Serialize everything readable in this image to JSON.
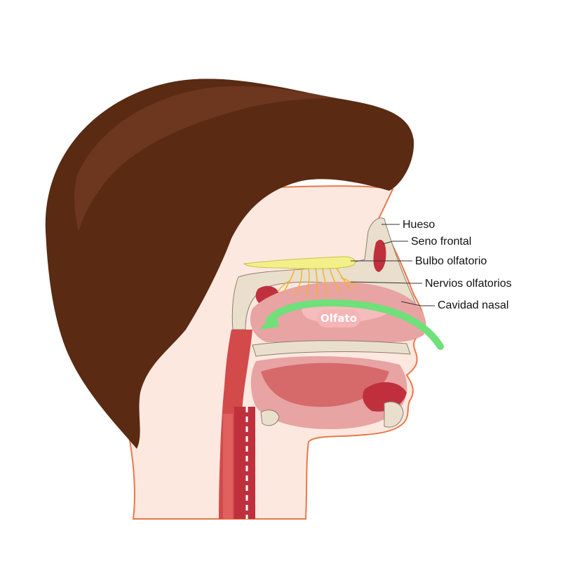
{
  "labels": {
    "hueso": "Hueso",
    "seno_frontal": "Seno frontal",
    "bulbo_olfatorio": "Bulbo olfatorio",
    "nervios_olfatorios": "Nervios olfatorios",
    "cavidad_nasal": "Cavidad nasal",
    "olfato": "Olfato"
  },
  "colors": {
    "hair": "#5a2a12",
    "skin": "#fde8e0",
    "skin_outline": "#e8784a",
    "bone": "#e9dfcc",
    "mucosa": "#e8a3a3",
    "cavity": "#d24a4a",
    "bulb": "#f3f08a",
    "nerves": "#f0b428",
    "arrow": "#6fe07a",
    "pill": "#f5b5b5"
  }
}
